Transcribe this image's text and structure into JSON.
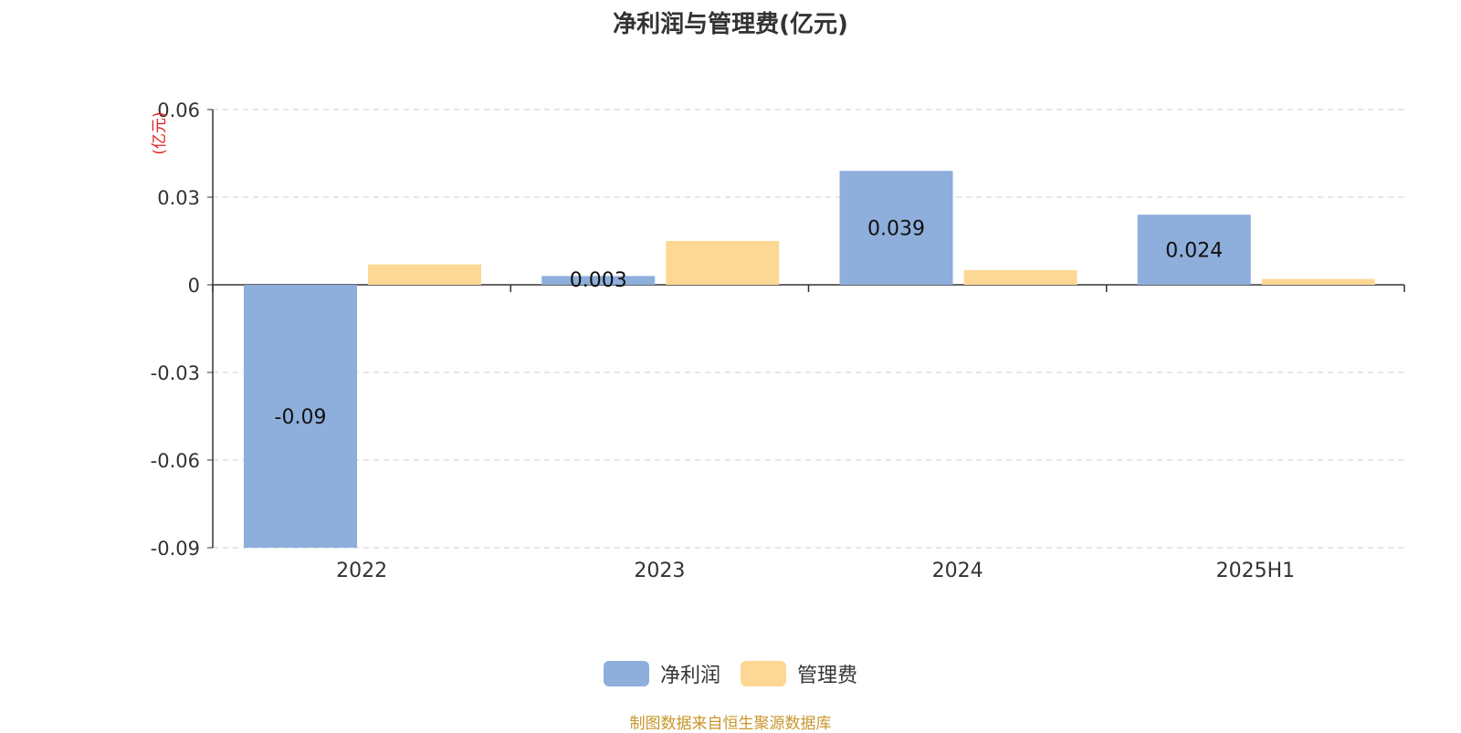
{
  "chart_data": {
    "type": "bar",
    "title": "净利润与管理费(亿元)",
    "ylabel": "(亿元)",
    "xlabel": "",
    "categories": [
      "2022",
      "2023",
      "2024",
      "2025H1"
    ],
    "series": [
      {
        "name": "净利润",
        "values": [
          -0.09,
          0.003,
          0.039,
          0.024
        ],
        "color": "#8eaedb",
        "labels": [
          "-0.09",
          "0.003",
          "0.039",
          "0.024"
        ]
      },
      {
        "name": "管理费",
        "values": [
          0.007,
          0.015,
          0.005,
          0.002
        ],
        "color": "#fdd894"
      }
    ],
    "ylim": [
      -0.09,
      0.06
    ],
    "yticks": [
      0.06,
      0.03,
      0,
      -0.03,
      -0.06,
      -0.09
    ],
    "ytick_labels": [
      "0.06",
      "0.03",
      "0",
      "-0.03",
      "-0.06",
      "-0.09"
    ],
    "grid": true,
    "legend_position": "bottom"
  },
  "source": "制图数据来自恒生聚源数据库"
}
